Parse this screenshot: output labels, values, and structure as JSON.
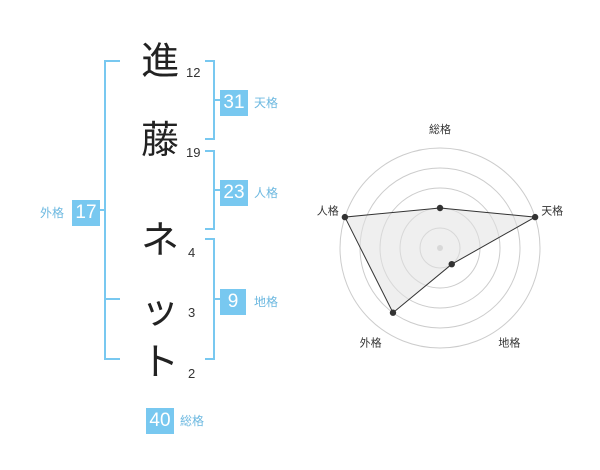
{
  "name": {
    "chars": [
      {
        "char": "進",
        "strokes": "12"
      },
      {
        "char": "藤",
        "strokes": "19"
      },
      {
        "char": "ネ",
        "strokes": "4"
      },
      {
        "char": "ッ",
        "strokes": "3"
      },
      {
        "char": "ト",
        "strokes": "2"
      }
    ]
  },
  "fortunes": {
    "tenkaku": {
      "value": "31",
      "label": "天格"
    },
    "jinkaku": {
      "value": "23",
      "label": "人格"
    },
    "chikaku": {
      "value": "9",
      "label": "地格"
    },
    "gaikaku": {
      "value": "17",
      "label": "外格"
    },
    "soukaku": {
      "value": "40",
      "label": "総格"
    }
  },
  "colors": {
    "accent": "#78c8f0",
    "grid": "#cccccc",
    "fill": "#eeeeee"
  },
  "chart_data": {
    "type": "radar",
    "axes": [
      "総格",
      "天格",
      "地格",
      "外格",
      "人格"
    ],
    "values": [
      2,
      5,
      1,
      4,
      5
    ],
    "max": 5
  }
}
